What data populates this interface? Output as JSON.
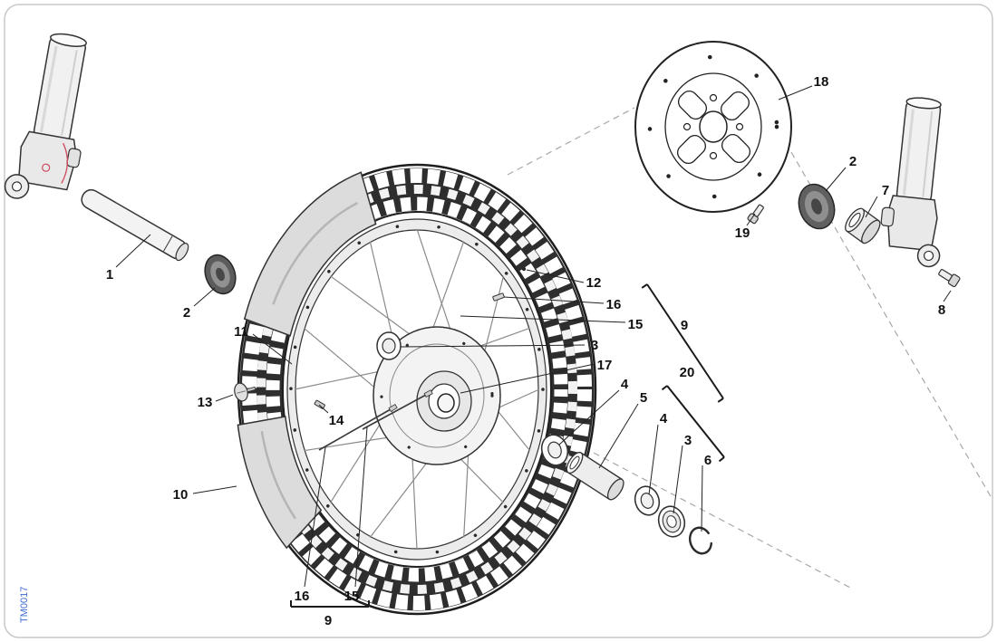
{
  "watermark": "TM0017",
  "colors": {
    "watermark_blue": "#3f6bd0",
    "fork_accent_red": "#cf4a5e",
    "tire_dark": "#2e2e2e",
    "outline": "#222222"
  },
  "callouts": {
    "axle": "1",
    "dust_seal_left": "2",
    "rim_band": "11",
    "rim_lock": "13",
    "tire_segment": "10",
    "rim_nut": "14",
    "spoke_nipple_top": "12",
    "spoke_nipple_right": "16",
    "spoke_right": "15",
    "hub_bearing": "3",
    "hub": "17",
    "spoke_set_right": "9",
    "axle_kit": "20",
    "washer_front": "4",
    "spacer": "5",
    "washer_rear": "4",
    "bearing_rear": "3",
    "circlip": "6",
    "brake_disc": "18",
    "dust_seal_right": "2",
    "bushing": "7",
    "disc_bolt": "19",
    "fork_bolt": "8",
    "spoke_nipple_bottom": "16",
    "spoke_bottom": "15",
    "spoke_set_bottom": "9"
  }
}
